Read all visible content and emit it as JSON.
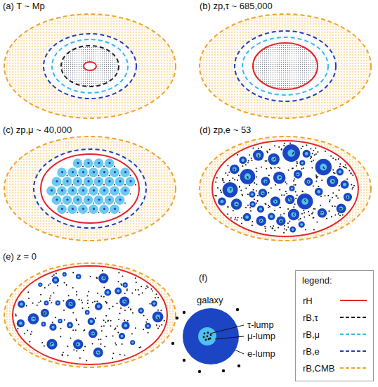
{
  "diagram": {
    "labels": [
      "(a) T ~ Mp",
      "(b) zp,τ ~ 685,000",
      "(c) zp,μ ~ 40,000",
      "(d) zp,e ~ 53",
      "(e) z = 0",
      "(f)",
      "galaxy",
      "τ-lump",
      "μ-lump",
      "e-lump",
      "legend:"
    ],
    "legend": [
      {
        "text": "rH"
      },
      {
        "text": "rB,τ"
      },
      {
        "text": "rB,μ"
      },
      {
        "text": "rB,e"
      },
      {
        "text": "rB,CMB"
      }
    ]
  }
}
